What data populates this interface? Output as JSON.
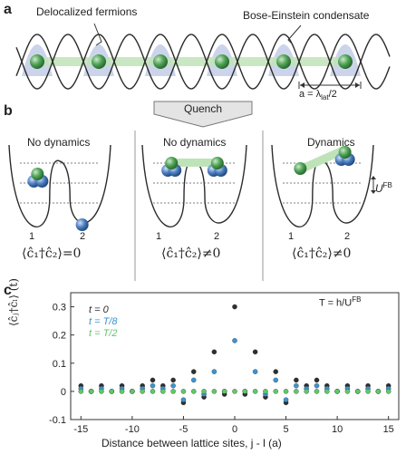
{
  "panel_a": {
    "label": "a",
    "fermion_label": "Delocalized fermions",
    "bec_label": "Bose-Einstein condensate",
    "spacing_label": "a = λ",
    "spacing_sub": "lat",
    "spacing_tail": "/2"
  },
  "panel_b": {
    "label": "b",
    "quench_label": "Quench",
    "col1_title": "No dynamics",
    "col2_title": "No dynamics",
    "col3_title": "Dynamics",
    "site1": "1",
    "site2": "2",
    "u_label": "U",
    "u_sup": "FB",
    "eq1": "⟨ĉ₁†ĉ₂⟩=0",
    "eq2": "⟨ĉ₁†ĉ₂⟩≠0",
    "eq3": "⟨ĉ₁†ĉ₂⟩≠0"
  },
  "panel_c": {
    "label": "c",
    "ylabel": "⟨ĉⱼ†ĉₗ⟩ (t)",
    "xlabel": "Distance between lattice sites, j - l  (a)",
    "period_note": "T = h/U",
    "period_sup": "FB",
    "legend": [
      "t = 0",
      "t = T/8",
      "t = T/2"
    ]
  },
  "colors": {
    "wave": "#2b2b2b",
    "glow": "#bfc9e6",
    "green": "#4fa356",
    "blue": "#4b7fc0",
    "link": "#bfe3b8",
    "t0": "#2f2f2f",
    "t8": "#3d93cf",
    "t2": "#62c66b"
  },
  "chart_data": {
    "type": "scatter",
    "xlabel": "Distance between lattice sites, j - l  (a)",
    "ylabel": "⟨ĉⱼ†ĉₗ⟩ (t)",
    "xlim": [
      -16,
      16
    ],
    "ylim": [
      -0.1,
      0.35
    ],
    "xticks": [
      -15,
      -10,
      -5,
      0,
      5,
      10,
      15
    ],
    "yticks": [
      -0.1,
      0,
      0.1,
      0.2,
      0.3
    ],
    "x": [
      -15,
      -14,
      -13,
      -12,
      -11,
      -10,
      -9,
      -8,
      -7,
      -6,
      -5,
      -4,
      -3,
      -2,
      -1,
      0,
      1,
      2,
      3,
      4,
      5,
      6,
      7,
      8,
      9,
      10,
      11,
      12,
      13,
      14,
      15
    ],
    "series": [
      {
        "name": "t = 0",
        "values": [
          0.02,
          0.0,
          0.02,
          0.0,
          0.02,
          0.0,
          0.02,
          0.04,
          0.02,
          0.04,
          -0.04,
          0.07,
          -0.02,
          0.14,
          -0.01,
          0.3,
          -0.01,
          0.14,
          -0.02,
          0.07,
          -0.04,
          0.04,
          0.02,
          0.04,
          0.02,
          0.0,
          0.02,
          0.0,
          0.02,
          0.0,
          0.02
        ]
      },
      {
        "name": "t = T/8",
        "values": [
          0.01,
          0.0,
          0.01,
          0.0,
          0.01,
          0.0,
          0.01,
          0.02,
          0.01,
          0.02,
          -0.03,
          0.04,
          -0.01,
          0.07,
          0.0,
          0.18,
          0.0,
          0.07,
          -0.01,
          0.04,
          -0.03,
          0.02,
          0.01,
          0.02,
          0.01,
          0.0,
          0.01,
          0.0,
          0.01,
          0.0,
          0.01
        ]
      },
      {
        "name": "t = T/2",
        "values": [
          0.0,
          0.0,
          0.0,
          0.0,
          0.0,
          0.0,
          0.0,
          0.0,
          0.0,
          0.0,
          0.0,
          0.0,
          0.0,
          0.0,
          0.0,
          0.0,
          0.0,
          0.0,
          0.0,
          0.0,
          0.0,
          0.0,
          0.0,
          0.0,
          0.0,
          0.0,
          0.0,
          0.0,
          0.0,
          0.0,
          0.0
        ]
      }
    ],
    "legend_position": "top-left",
    "grid": false
  }
}
